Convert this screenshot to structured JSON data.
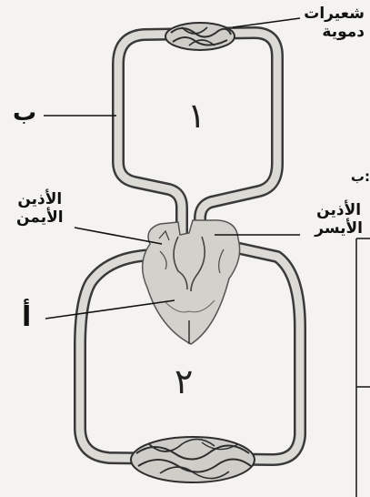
{
  "labels": {
    "capillaries_top_line1": "شعيرات",
    "capillaries_top_line2": "دموية",
    "vessel_b": "ب",
    "right_atrium_line1": "الأذين",
    "right_atrium_line2": "الأيمن",
    "left_atrium_line1": "الأذين",
    "left_atrium_line2": "الأيسر",
    "heart_a": "أ",
    "circuit_1": "١",
    "circuit_2": "٢",
    "cut_text_right": ":ب"
  },
  "colors": {
    "vessel_fill": "#d9d7d2",
    "vessel_stroke": "#3a3a3a",
    "heart_fill": "#d6d4cf",
    "ink": "#111111"
  }
}
